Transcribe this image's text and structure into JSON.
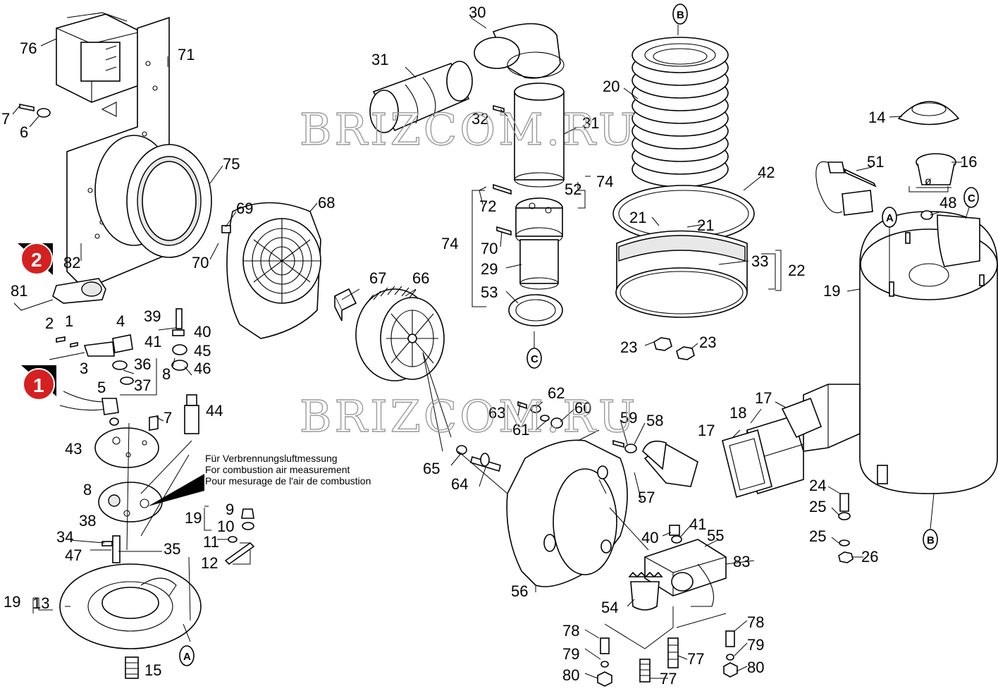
{
  "watermark": "BRIZCOM.RU",
  "note_lines": [
    "Für Verbrennungsluftmessung",
    "For combustion air measurement",
    "Pour mesurage de l'air de combustion"
  ],
  "badges": [
    "2",
    "1"
  ],
  "connectors": {
    "A": "A",
    "B": "B",
    "C": "C"
  },
  "diameter_symbol": "ø",
  "labels": {
    "l76": "76",
    "l71": "71",
    "l7a": "7",
    "l6": "6",
    "l75": "75",
    "l69": "69",
    "l68": "68",
    "l70a": "70",
    "l82": "82",
    "l81": "81",
    "l2": "2",
    "l1": "1",
    "l4": "4",
    "l3": "3",
    "l39": "39",
    "l40a": "40",
    "l41a": "41",
    "l45": "45",
    "l8a": "8",
    "l46": "46",
    "l36": "36",
    "l37": "37",
    "l5": "5",
    "l7b": "7",
    "l44": "44",
    "l43": "43",
    "l8b": "8",
    "l38": "38",
    "l34": "34",
    "l47": "47",
    "l35": "35",
    "l19a": "19",
    "l9": "9",
    "l10": "10",
    "l11": "11",
    "l12": "12",
    "l19b": "19",
    "l13": "13",
    "l15": "15",
    "l30": "30",
    "l31a": "31",
    "l32": "32",
    "l31b": "31",
    "l67": "67",
    "l66": "66",
    "l72": "72",
    "l52": "52",
    "l74a": "74",
    "l74b": "74",
    "l70b": "70",
    "l29": "29",
    "l53": "53",
    "l20": "20",
    "l42": "42",
    "l21a": "21",
    "l21b": "21",
    "l33": "33",
    "l22": "22",
    "l23a": "23",
    "l23b": "23",
    "l14": "14",
    "l16": "16",
    "l51": "51",
    "l48": "48",
    "l19c": "19",
    "l62": "62",
    "l63": "63",
    "l60": "60",
    "l61": "61",
    "l59": "59",
    "l58": "58",
    "l65": "65",
    "l64": "64",
    "l17a": "17",
    "l18": "18",
    "l17b": "17",
    "l57": "57",
    "l24": "24",
    "l25a": "25",
    "l25b": "25",
    "l26": "26",
    "l40b": "40",
    "l41b": "41",
    "l55": "55",
    "l83": "83",
    "l56": "56",
    "l54": "54",
    "l78a": "78",
    "l79a": "79",
    "l80a": "80",
    "l77a": "77",
    "l77b": "77",
    "l78b": "78",
    "l79b": "79",
    "l80b": "80"
  }
}
